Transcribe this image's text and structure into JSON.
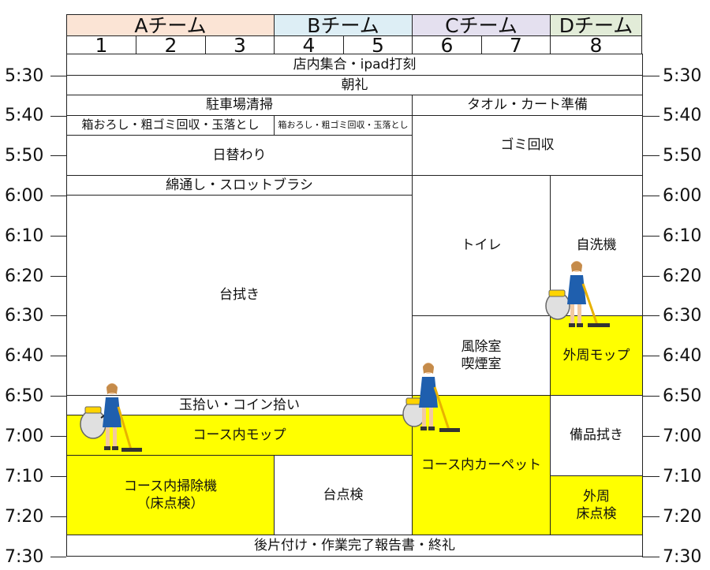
{
  "teams": [
    {
      "name": "Aチーム",
      "color": "#fbe4d5"
    },
    {
      "name": "Bチーム",
      "color": "#ddeef5"
    },
    {
      "name": "Cチーム",
      "color": "#e4e0ef"
    },
    {
      "name": "Dチーム",
      "color": "#e2ecd8"
    }
  ],
  "columns": [
    "1",
    "2",
    "3",
    "4",
    "5",
    "6",
    "7",
    "8"
  ],
  "times": [
    "5:30",
    "5:40",
    "5:50",
    "6:00",
    "6:10",
    "6:20",
    "6:30",
    "6:40",
    "6:50",
    "7:00",
    "7:10",
    "7:20",
    "7:30"
  ],
  "tasks": {
    "gathering": "店内集合・ipad打刻",
    "morning_meeting": "朝礼",
    "parking_cleaning": "駐車場清掃",
    "unboxing_left": "箱おろし・粗ゴミ回収・玉落とし",
    "unboxing_right": "箱おろし・粗ゴミ回収・玉落とし",
    "towel_cart": "タオル・カート準備",
    "garbage": "ゴミ回収",
    "daily_change": "日替わり",
    "cotton_slot": "綿通し・スロットブラシ",
    "table_wipe": "台拭き",
    "toilet": "トイレ",
    "self_wash": "自洗機",
    "wind_room_1": "風除室",
    "wind_room_2": "喫煙室",
    "outer_mop": "外周モップ",
    "ball_coin": "玉拾い・コイン拾い",
    "course_mop": "コース内モップ",
    "course_carpet": "コース内カーペット",
    "supplies_wipe": "備品拭き",
    "course_cleaner_1": "コース内掃除機",
    "course_cleaner_2": "（床点検）",
    "table_check": "台点検",
    "outer_floor_1": "外周",
    "outer_floor_2": "床点検",
    "cleanup": "後片付け・作業完了報告書・終礼"
  },
  "colors": {
    "highlight": "#ffff00",
    "line": "#222222"
  }
}
